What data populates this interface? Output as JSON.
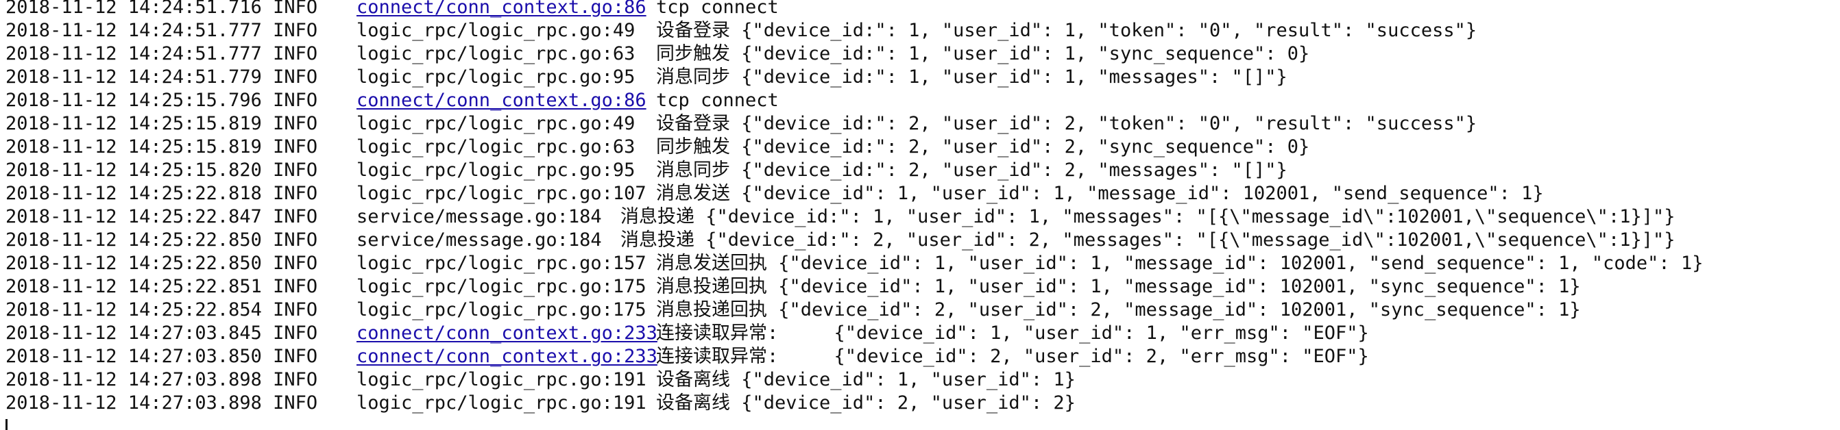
{
  "log": {
    "lines": [
      {
        "timestamp": "2018-11-12 14:24:51.716 INFO",
        "source": "connect/conn_context.go:86",
        "message": "tcp connect"
      },
      {
        "timestamp": "2018-11-12 14:24:51.777 INFO",
        "source": "logic_rpc/logic_rpc.go:49",
        "message": "设备登录 {\"device_id:\": 1, \"user_id\": 1, \"token\": \"0\", \"result\": \"success\"}"
      },
      {
        "timestamp": "2018-11-12 14:24:51.777 INFO",
        "source": "logic_rpc/logic_rpc.go:63",
        "message": "同步触发 {\"device_id:\": 1, \"user_id\": 1, \"sync_sequence\": 0}"
      },
      {
        "timestamp": "2018-11-12 14:24:51.779 INFO",
        "source": "logic_rpc/logic_rpc.go:95",
        "message": "消息同步 {\"device_id:\": 1, \"user_id\": 1, \"messages\": \"[]\"}"
      },
      {
        "timestamp": "2018-11-12 14:25:15.796 INFO",
        "source": "connect/conn_context.go:86",
        "message": "tcp connect"
      },
      {
        "timestamp": "2018-11-12 14:25:15.819 INFO",
        "source": "logic_rpc/logic_rpc.go:49",
        "message": "设备登录 {\"device_id:\": 2, \"user_id\": 2, \"token\": \"0\", \"result\": \"success\"}"
      },
      {
        "timestamp": "2018-11-12 14:25:15.819 INFO",
        "source": "logic_rpc/logic_rpc.go:63",
        "message": "同步触发 {\"device_id:\": 2, \"user_id\": 2, \"sync_sequence\": 0}"
      },
      {
        "timestamp": "2018-11-12 14:25:15.820 INFO",
        "source": "logic_rpc/logic_rpc.go:95",
        "message": "消息同步 {\"device_id:\": 2, \"user_id\": 2, \"messages\": \"[]\"}"
      },
      {
        "timestamp": "2018-11-12 14:25:22.818 INFO",
        "source": "logic_rpc/logic_rpc.go:107",
        "message": "消息发送 {\"device_id\": 1, \"user_id\": 1, \"message_id\": 102001, \"send_sequence\": 1}"
      },
      {
        "timestamp": "2018-11-12 14:25:22.847 INFO",
        "source": "service/message.go:184",
        "message": "消息投递 {\"device_id:\": 1, \"user_id\": 1, \"messages\": \"[{\\\"message_id\\\":102001,\\\"sequence\\\":1}]\"}"
      },
      {
        "timestamp": "2018-11-12 14:25:22.850 INFO",
        "source": "service/message.go:184",
        "message": "消息投递 {\"device_id:\": 2, \"user_id\": 2, \"messages\": \"[{\\\"message_id\\\":102001,\\\"sequence\\\":1}]\"}"
      },
      {
        "timestamp": "2018-11-12 14:25:22.850 INFO",
        "source": "logic_rpc/logic_rpc.go:157",
        "message": "消息发送回执 {\"device_id\": 1, \"user_id\": 1, \"message_id\": 102001, \"send_sequence\": 1, \"code\": 1}"
      },
      {
        "timestamp": "2018-11-12 14:25:22.851 INFO",
        "source": "logic_rpc/logic_rpc.go:175",
        "message": "消息投递回执 {\"device_id\": 1, \"user_id\": 1, \"message_id\": 102001, \"sync_sequence\": 1}"
      },
      {
        "timestamp": "2018-11-12 14:25:22.854 INFO",
        "source": "logic_rpc/logic_rpc.go:175",
        "message": "消息投递回执 {\"device_id\": 2, \"user_id\": 2, \"message_id\": 102001, \"sync_sequence\": 1}"
      },
      {
        "timestamp": "2018-11-12 14:27:03.845 INFO",
        "source": "connect/conn_context.go:233",
        "message": "连接读取异常:     {\"device_id\": 1, \"user_id\": 1, \"err_msg\": \"EOF\"}"
      },
      {
        "timestamp": "2018-11-12 14:27:03.850 INFO",
        "source": "connect/conn_context.go:233",
        "message": "连接读取异常:     {\"device_id\": 2, \"user_id\": 2, \"err_msg\": \"EOF\"}"
      },
      {
        "timestamp": "2018-11-12 14:27:03.898 INFO",
        "source": "logic_rpc/logic_rpc.go:191",
        "message": "设备离线 {\"device_id\": 1, \"user_id\": 1}"
      },
      {
        "timestamp": "2018-11-12 14:27:03.898 INFO",
        "source": "logic_rpc/logic_rpc.go:191",
        "message": "设备离线 {\"device_id\": 2, \"user_id\": 2}"
      }
    ]
  },
  "colors": {
    "text": "#111111",
    "link": "#1a0dab",
    "background": "#ffffff"
  }
}
